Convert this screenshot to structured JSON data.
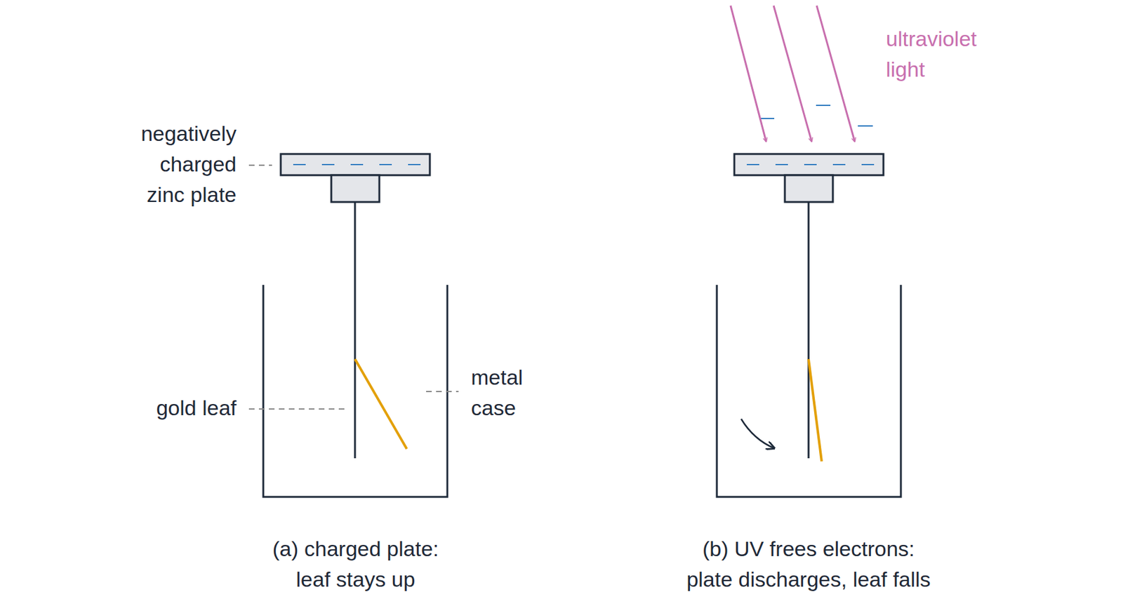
{
  "diagram": {
    "labels": [
      "negatively charged zinc plate",
      "gold leaf",
      "metal case",
      "ultraviolet light",
      "(a) charged plate: leaf stays up",
      "(b) UV frees electrons: plate discharges, leaf falls"
    ]
  }
}
